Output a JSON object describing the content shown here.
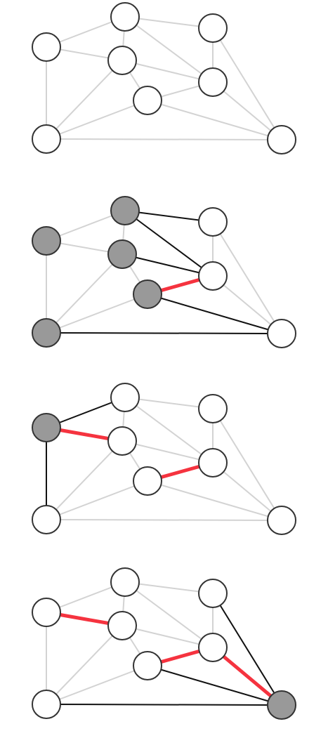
{
  "colors": {
    "edge_light": "#d3d3d3",
    "edge_dark": "#111111",
    "edge_red": "#f5333f",
    "node_white": "#ffffff",
    "node_gray": "#999999",
    "node_stroke": "#333333"
  },
  "graph": {
    "nodes": [
      "A",
      "B",
      "C",
      "D",
      "E",
      "F",
      "G",
      "H"
    ],
    "edges": [
      [
        "A",
        "B"
      ],
      [
        "A",
        "C"
      ],
      [
        "A",
        "G"
      ],
      [
        "B",
        "C"
      ],
      [
        "B",
        "D"
      ],
      [
        "B",
        "E"
      ],
      [
        "C",
        "E"
      ],
      [
        "C",
        "F"
      ],
      [
        "C",
        "G"
      ],
      [
        "D",
        "E"
      ],
      [
        "D",
        "H"
      ],
      [
        "E",
        "F"
      ],
      [
        "E",
        "H"
      ],
      [
        "F",
        "G"
      ],
      [
        "F",
        "H"
      ],
      [
        "G",
        "H"
      ]
    ]
  },
  "panels": [
    {
      "gray_nodes": [],
      "dark_edges": [],
      "red_edges": []
    },
    {
      "gray_nodes": [
        "A",
        "B",
        "C",
        "F",
        "G"
      ],
      "dark_edges": [
        [
          "B",
          "D"
        ],
        [
          "B",
          "E"
        ],
        [
          "C",
          "E"
        ],
        [
          "F",
          "H"
        ],
        [
          "G",
          "H"
        ]
      ],
      "red_edges": [
        [
          "E",
          "F"
        ]
      ]
    },
    {
      "gray_nodes": [
        "A"
      ],
      "dark_edges": [
        [
          "A",
          "B"
        ],
        [
          "A",
          "G"
        ]
      ],
      "red_edges": [
        [
          "A",
          "C"
        ],
        [
          "E",
          "F"
        ]
      ]
    },
    {
      "gray_nodes": [
        "H"
      ],
      "dark_edges": [
        [
          "D",
          "H"
        ],
        [
          "F",
          "H"
        ],
        [
          "G",
          "H"
        ]
      ],
      "red_edges": [
        [
          "A",
          "C"
        ],
        [
          "E",
          "F"
        ],
        [
          "E",
          "H"
        ]
      ]
    }
  ]
}
